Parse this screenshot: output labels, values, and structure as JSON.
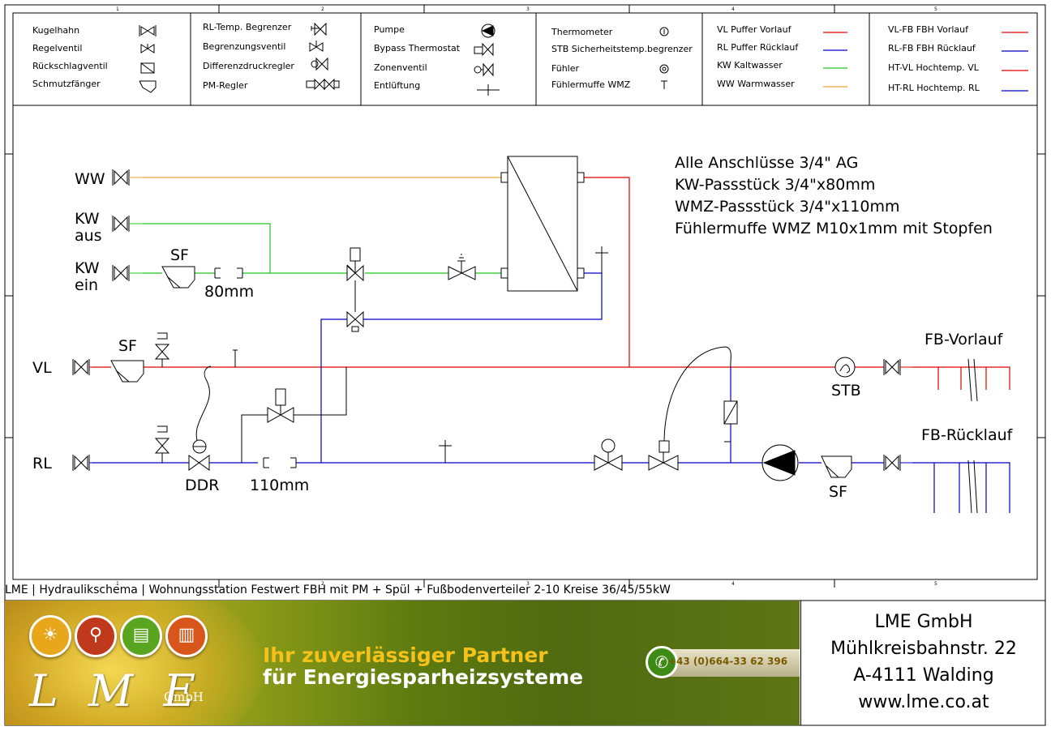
{
  "colors": {
    "red": "#e00000",
    "blue": "#0000cc",
    "green": "#1fc81f",
    "orange": "#f0a030",
    "black": "#000000"
  },
  "legend": {
    "col1": [
      "Kugelhahn",
      "Regelventil",
      "Rückschlagventil",
      "Schmutzfänger"
    ],
    "col2": [
      "RL-Temp. Begrenzer",
      "Begrenzungsventil",
      "Differenzdruckregler",
      "PM-Regler"
    ],
    "col3": [
      "Pumpe",
      "Bypass Thermostat",
      "Zonenventil",
      "Entlüftung"
    ],
    "col4": [
      "Thermometer",
      "STB Sicherheitstemp.begrenzer",
      "Fühler",
      "Fühlermuffe WMZ"
    ],
    "col5": [
      "VL Puffer Vorlauf",
      "RL Puffer Rücklauf",
      "KW Kaltwasser",
      "WW Warmwasser"
    ],
    "col6": [
      "VL-FB FBH Vorlauf",
      "RL-FB FBH Rücklauf",
      "HT-VL Hochtemp. VL",
      "HT-RL Hochtemp. RL"
    ]
  },
  "frame_numbers": [
    "1",
    "2",
    "3",
    "4",
    "5"
  ],
  "labels": {
    "ww": "WW",
    "kw_aus_1": "KW",
    "kw_aus_2": "aus",
    "kw_ein_1": "KW",
    "kw_ein_2": "ein",
    "sf_top": "SF",
    "mm80": "80mm",
    "vl": "VL",
    "sf_vl": "SF",
    "rl": "RL",
    "ddr": "DDR",
    "mm110": "110mm",
    "stb": "STB",
    "fb_vorlauf": "FB-Vorlauf",
    "fb_ruecklauf": "FB-Rücklauf",
    "sf_rl": "SF"
  },
  "notes": [
    "Alle Anschlüsse 3/4\" AG",
    "KW-Passstück 3/4\"x80mm",
    "WMZ-Passstück 3/4\"x110mm",
    "Fühlermuffe WMZ M10x1mm mit Stopfen"
  ],
  "footer_title": "LME | Hydraulikschema | Wohnungsstation Festwert FBH mit PM + Spül + Fußbodenverteiler 2-10 Kreise 36/45/55kW",
  "banner": {
    "slogan_line1": "Ihr zuverlässiger Partner",
    "slogan_line2": "für Energiesparheizsysteme",
    "phone": "+43 (0)664-33 62 396",
    "logo": "L M E",
    "logo_sub": "GmbH"
  },
  "company": {
    "name": "LME GmbH",
    "street": "Mühlkreisbahnstr. 22",
    "city": "A-4111 Walding",
    "web": "www.lme.co.at"
  }
}
